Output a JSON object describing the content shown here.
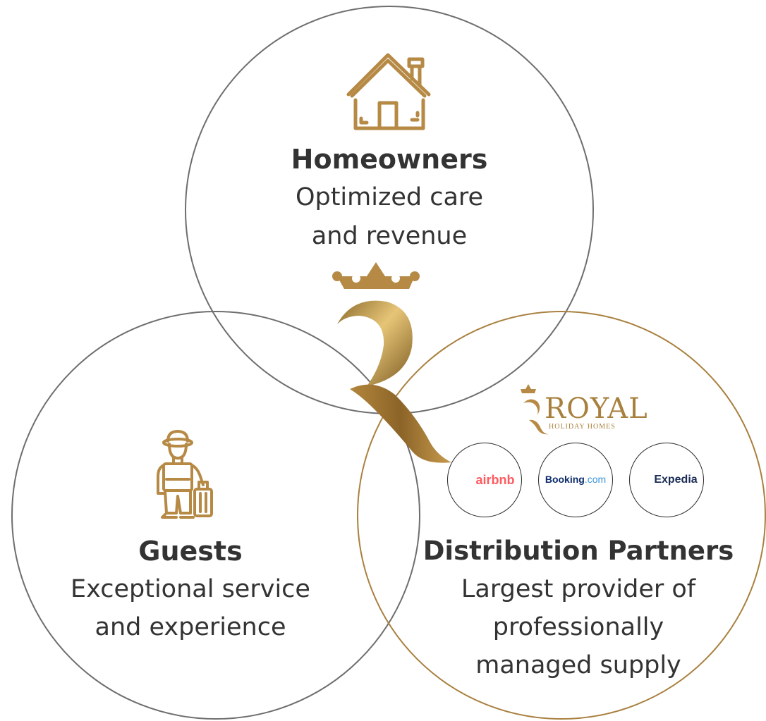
{
  "colors": {
    "gold": "#b68a45",
    "gold_light": "#e7c577",
    "circle_gray": "#6e6e6e",
    "circle_gold": "#a9803f",
    "text": "#333333",
    "airbnb": "#ff5a5f",
    "booking_dark": "#0c2c6b",
    "booking_light": "#3b95d8",
    "expedia": "#1b2c55",
    "expedia_yellow": "#fdc433"
  },
  "homeowners": {
    "icon": "house-icon",
    "title": "Homeowners",
    "line1": "Optimized care",
    "line2": "and revenue"
  },
  "guests": {
    "icon": "traveler-with-luggage-icon",
    "title": "Guests",
    "line1": "Exceptional service",
    "line2": "and experience"
  },
  "partners": {
    "title": "Distribution Partners",
    "line1": "Largest provider of",
    "line2": "professionally",
    "line3": "managed supply",
    "logo": {
      "name": "ROYAL",
      "sub": "HOLIDAY HOMES"
    },
    "platforms": [
      {
        "name": "airbnb",
        "icon": "airbnb-icon"
      },
      {
        "name_main": "Booking",
        "name_suffix": ".com"
      },
      {
        "name": "Expedia",
        "icon": "expedia-plane-icon"
      }
    ]
  },
  "center_mark": {
    "icon": "crowned-r-monogram-icon"
  }
}
